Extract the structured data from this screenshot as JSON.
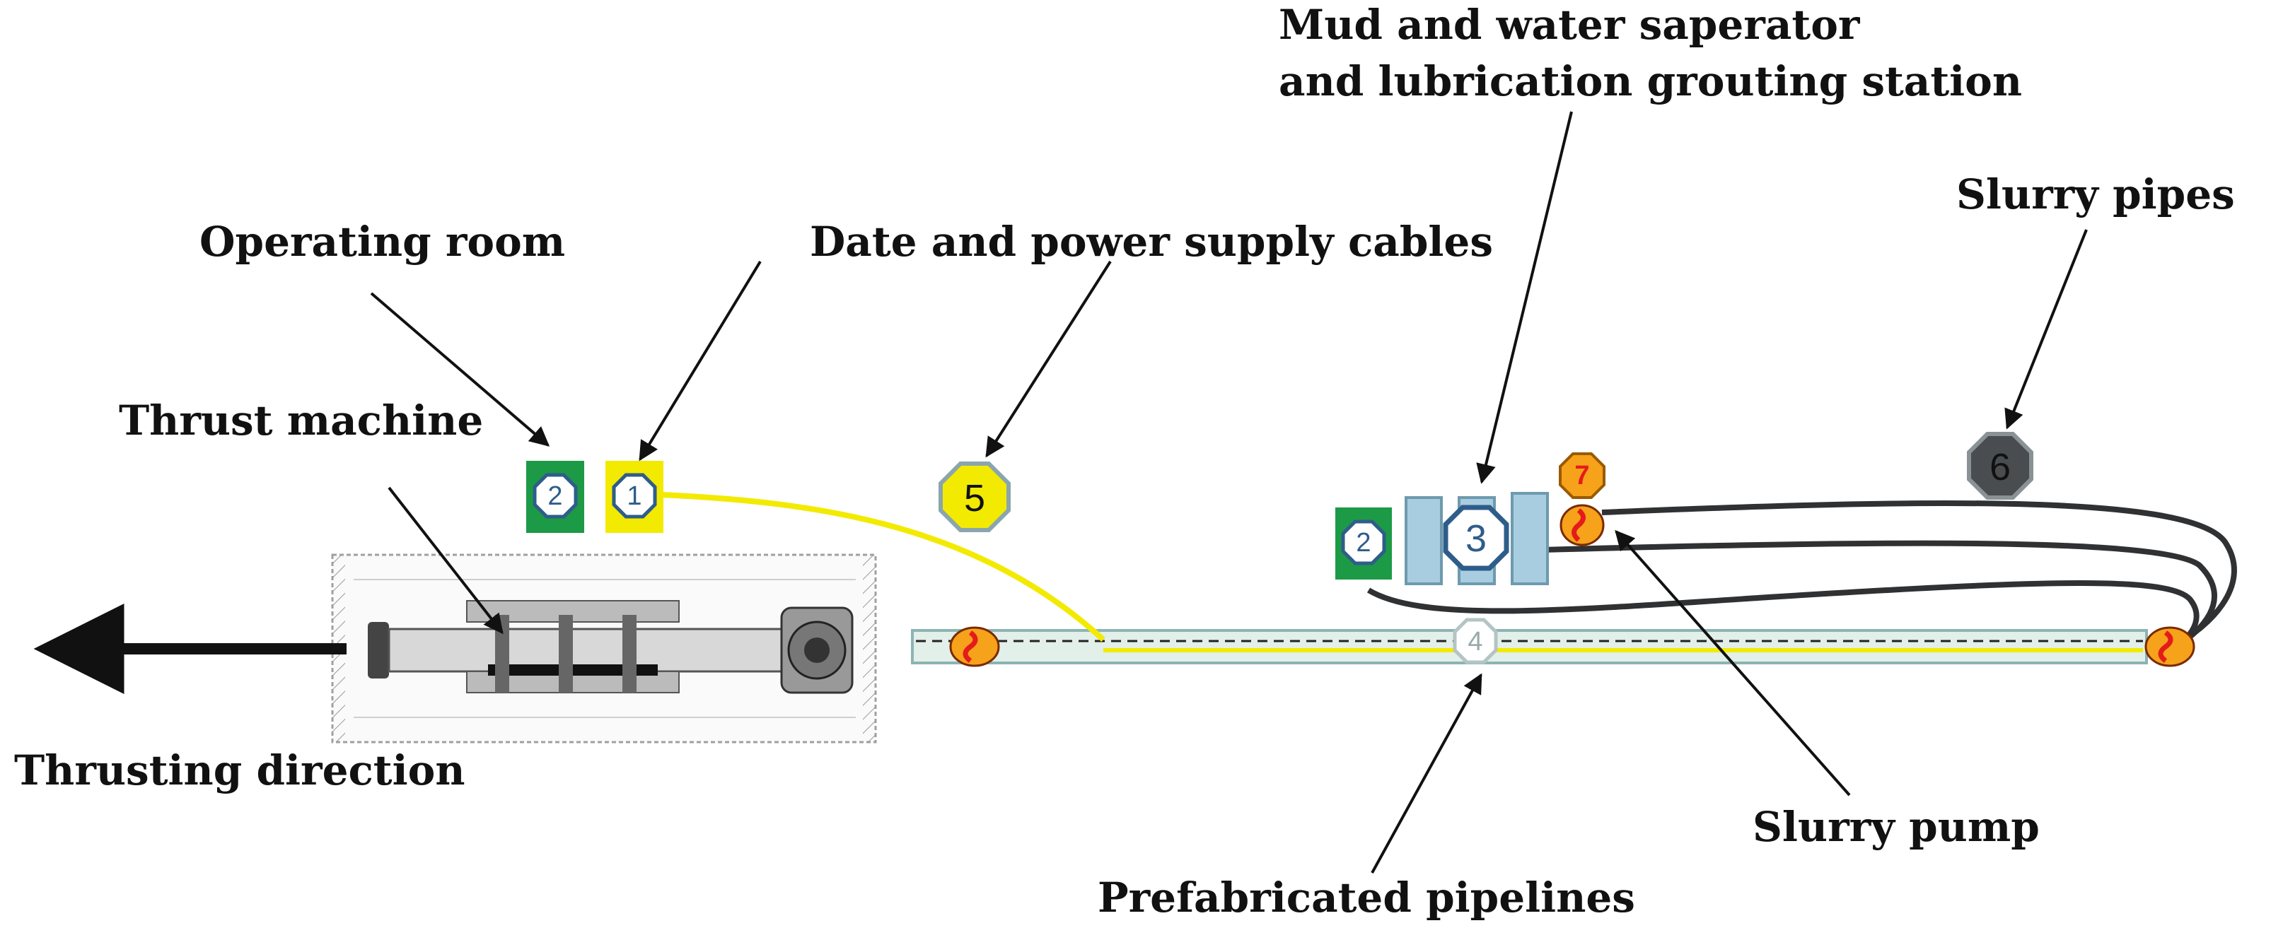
{
  "labels": {
    "operating_room": "Operating room",
    "cables": "Date and power supply cables",
    "thrust_machine": "Thrust machine",
    "thrusting_direction": "Thrusting direction",
    "separator_line1": "Mud and water saperator",
    "separator_line2": "and lubrication grouting station",
    "slurry_pipes": "Slurry pipes",
    "slurry_pump": "Slurry pump",
    "prefab_pipelines": "Prefabricated pipelines"
  },
  "badges": {
    "operating_room_2": "2",
    "operating_room_1": "1",
    "cable_5": "5",
    "station_2": "2",
    "station_3": "3",
    "pipeline_4": "4",
    "pump_7": "7",
    "pipes_6": "6"
  },
  "colors": {
    "green": "#1d9a45",
    "yellow": "#f2ea00",
    "light_blue": "#a9cde0",
    "navy": "#2e5d8a",
    "orange": "#f6a21a",
    "red": "#e51b1b",
    "dark_grey": "#4a4d50",
    "pipe": "#2f3133"
  }
}
